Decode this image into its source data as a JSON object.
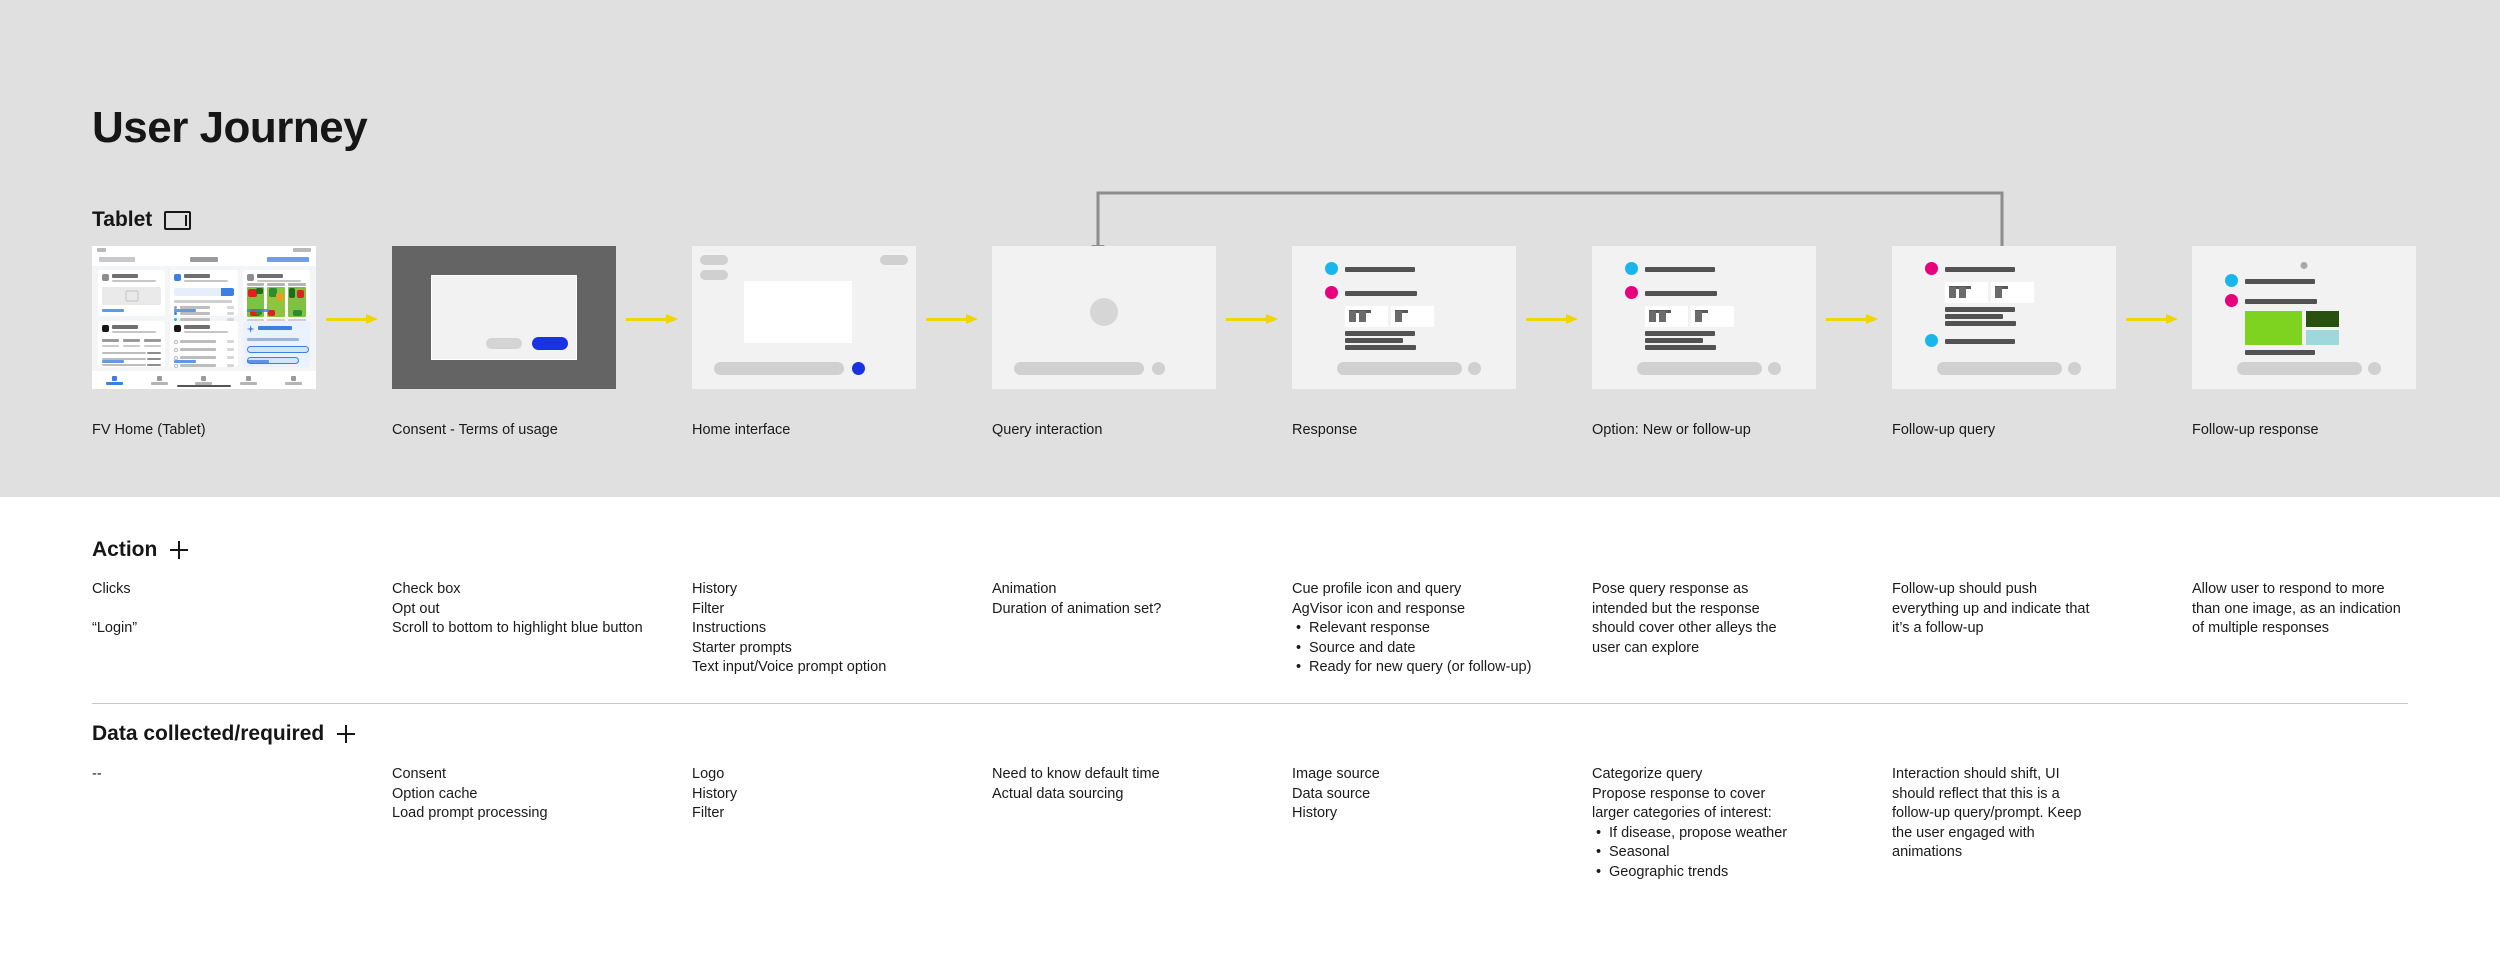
{
  "header": {
    "title": "User Journey",
    "device_label": "Tablet",
    "device_icon": "tablet-icon"
  },
  "flow": {
    "steps": [
      {
        "id": "fv-home",
        "caption": "FV Home (Tablet)"
      },
      {
        "id": "consent",
        "caption": "Consent - Terms of usage"
      },
      {
        "id": "home-interface",
        "caption": "Home interface"
      },
      {
        "id": "query",
        "caption": "Query interaction"
      },
      {
        "id": "response",
        "caption": "Response"
      },
      {
        "id": "option",
        "caption": "Option: New or follow-up"
      },
      {
        "id": "followup-query",
        "caption": "Follow-up query"
      },
      {
        "id": "followup-resp",
        "caption": "Follow-up response"
      }
    ]
  },
  "colors": {
    "band_bg": "#e0e0e0",
    "frame_bg": "#f2f2f2",
    "arrow": "#f0d500",
    "avatar_cyan": "#19b6ec",
    "avatar_magenta": "#e8007d",
    "primary_blue": "#1a33e0",
    "image_green": "#7ed321",
    "image_dark_green": "#28500f",
    "image_teal": "#9ed8db",
    "connector": "#8d8d8d"
  },
  "action_section": {
    "title": "Action",
    "add_icon": "plus-icon",
    "columns": [
      {
        "lines": [
          "Clicks",
          "",
          "“Login”"
        ],
        "bullets": []
      },
      {
        "lines": [
          "Check box",
          "Opt out",
          "Scroll to bottom to highlight blue button"
        ],
        "bullets": []
      },
      {
        "lines": [
          "History",
          "Filter",
          "Instructions",
          "Starter prompts",
          "Text input/Voice prompt option"
        ],
        "bullets": []
      },
      {
        "lines": [
          "Animation",
          "Duration of animation set?"
        ],
        "bullets": []
      },
      {
        "lines": [
          "Cue profile icon and query",
          "AgVisor icon and response"
        ],
        "bullets": [
          "Relevant response",
          "Source and date",
          "Ready for new query (or follow-up)"
        ]
      },
      {
        "lines": [
          "Pose query response as",
          "intended but the response",
          "should cover other alleys the",
          "user can explore"
        ],
        "bullets": []
      },
      {
        "lines": [
          "Follow-up should push",
          "everything up and indicate that",
          "it’s a follow-up"
        ],
        "bullets": []
      },
      {
        "lines": [
          "Allow user to respond to more",
          "than one image, as an indication",
          "of multiple responses"
        ],
        "bullets": []
      }
    ]
  },
  "data_section": {
    "title": "Data collected/required",
    "add_icon": "plus-icon",
    "columns": [
      {
        "lines": [
          "--"
        ],
        "bullets": []
      },
      {
        "lines": [
          "Consent",
          "Option cache",
          "Load prompt processing"
        ],
        "bullets": []
      },
      {
        "lines": [
          "Logo",
          "History",
          "Filter"
        ],
        "bullets": []
      },
      {
        "lines": [
          "Need to know default time",
          "Actual data sourcing"
        ],
        "bullets": []
      },
      {
        "lines": [
          "Image source",
          "Data source",
          "History"
        ],
        "bullets": []
      },
      {
        "lines": [
          "Categorize query",
          "Propose response to cover",
          "larger categories of interest:"
        ],
        "bullets": [
          "If disease, propose weather",
          "Seasonal",
          "Geographic trends"
        ]
      },
      {
        "lines": [
          "Interaction should shift, UI",
          "should reflect that this is a",
          "follow-up query/prompt. Keep",
          "the user engaged with",
          "animations"
        ],
        "bullets": []
      },
      {
        "lines": [],
        "bullets": []
      }
    ]
  }
}
